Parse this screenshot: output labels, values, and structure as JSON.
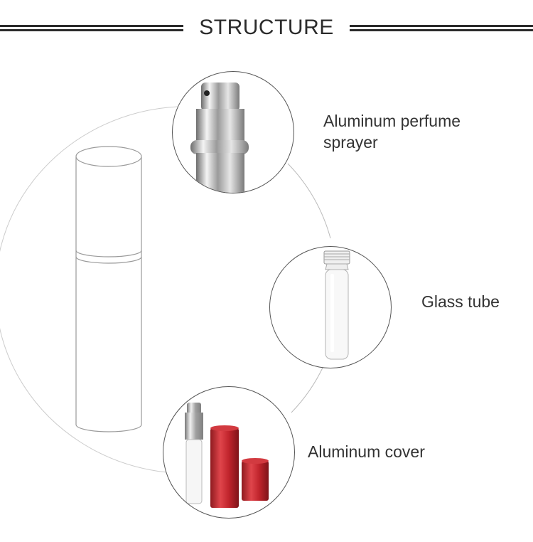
{
  "header": {
    "title": "STRUCTURE"
  },
  "parts": {
    "sprayer": {
      "label_line1": "Aluminum perfume",
      "label_line2": "sprayer"
    },
    "glass": {
      "label": "Glass tube"
    },
    "cover": {
      "label": "Aluminum cover"
    }
  },
  "colors": {
    "rule": "#2b2b2b",
    "text": "#333333",
    "outline": "#555555",
    "cover_red": "#c0242c"
  }
}
